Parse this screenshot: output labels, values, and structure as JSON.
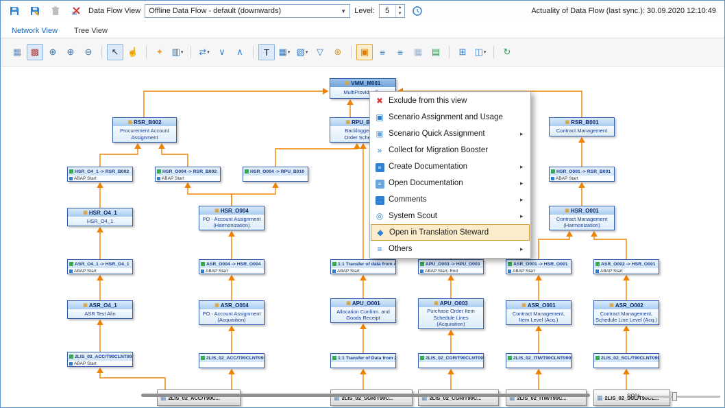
{
  "header": {
    "data_flow_view_label": "Data Flow View",
    "flow_dropdown_value": "Offline Data Flow - default (downwards)",
    "level_label": "Level:",
    "level_value": "5",
    "actuality_text": "Actuality of Data Flow (last sync.): 30.09.2020 12:10:49"
  },
  "tabs": [
    {
      "label": "Network View",
      "active": true
    },
    {
      "label": "Tree View",
      "active": false
    }
  ],
  "toolbar": {
    "buttons": [
      {
        "name": "grid-view-icon",
        "glyph": "▦",
        "color": "#6a8fbb"
      },
      {
        "name": "network-overview-icon",
        "glyph": "▩",
        "color": "#b0413e",
        "pressed": true
      },
      {
        "name": "zoom-in-small-icon",
        "glyph": "⊕",
        "color": "#3a6ea5"
      },
      {
        "name": "zoom-in-icon",
        "glyph": "⊕",
        "color": "#3a6ea5"
      },
      {
        "name": "zoom-out-icon",
        "glyph": "⊖",
        "color": "#3a6ea5",
        "sep_after": true
      },
      {
        "name": "pointer-icon",
        "glyph": "↖",
        "color": "#333333",
        "pressed": true
      },
      {
        "name": "pan-hand-icon",
        "glyph": "☝",
        "color": "#c89a5a",
        "sep_after": true
      },
      {
        "name": "magic-wand-icon",
        "glyph": "✦",
        "color": "#e8a33d"
      },
      {
        "name": "layout-options-icon",
        "glyph": "▥",
        "color": "#3a6ea5",
        "dropdown": true,
        "sep_after": true
      },
      {
        "name": "orientation-icon",
        "glyph": "⇄",
        "color": "#2e7fd0",
        "dropdown": true
      },
      {
        "name": "collapse-all-icon",
        "glyph": "∨",
        "color": "#2e7fd0"
      },
      {
        "name": "expand-all-icon",
        "glyph": "∧",
        "color": "#2e7fd0",
        "sep_after": true
      },
      {
        "name": "text-tool-icon",
        "glyph": "T",
        "color": "#111111",
        "pressed": true
      },
      {
        "name": "table-view-icon",
        "glyph": "▦",
        "color": "#2e7fd0",
        "dropdown": true
      },
      {
        "name": "table-edit-icon",
        "glyph": "▧",
        "color": "#2e7fd0",
        "dropdown": true
      },
      {
        "name": "filter-clear-icon",
        "glyph": "▽",
        "color": "#2e7fd0"
      },
      {
        "name": "key-icon",
        "glyph": "⊛",
        "color": "#c9972c",
        "sep_after": true
      },
      {
        "name": "highlight-toggle-icon",
        "glyph": "▣",
        "color": "#e07b00",
        "pressed": true,
        "pressed_orange": true
      },
      {
        "name": "server-sync-icon",
        "glyph": "≡",
        "color": "#2e7fd0"
      },
      {
        "name": "server-copy-icon",
        "glyph": "≡",
        "color": "#2e7fd0"
      },
      {
        "name": "grid-small-icon",
        "glyph": "▦",
        "color": "#9ab4d0"
      },
      {
        "name": "system-monitor-icon",
        "glyph": "▤",
        "color": "#2a9d4e",
        "sep_after": true
      },
      {
        "name": "hierarchy-icon",
        "glyph": "⊞",
        "color": "#2e7fd0"
      },
      {
        "name": "chart-options-icon",
        "glyph": "◫",
        "color": "#2e7fd0",
        "dropdown": true,
        "sep_after": true
      },
      {
        "name": "refresh-icon",
        "glyph": "↻",
        "color": "#2a9d4e"
      }
    ]
  },
  "canvas": {
    "nodes": [
      {
        "id": "vmm_m001",
        "type": "object",
        "title": "VMM_M001",
        "body": [
          "MultiProvider P..."
        ]
      },
      {
        "id": "rsr_b002",
        "type": "object",
        "title": "RSR_B002",
        "body": [
          "Procurement Account",
          "Assignment"
        ]
      },
      {
        "id": "rpu_b010",
        "type": "object",
        "title": "RPU_B010",
        "body": [
          "Backlogged P...",
          "Order Schedu..."
        ]
      },
      {
        "id": "rsr_b001",
        "type": "object",
        "title": "RSR_B001",
        "body": [
          "Contract Management"
        ]
      },
      {
        "id": "hsr_o4_1",
        "type": "object",
        "title": "HSR_O4_1",
        "body": [
          "HSR_O4_1"
        ]
      },
      {
        "id": "hsr_o004",
        "type": "object",
        "title": "HSR_O004",
        "body": [
          "PO - Account Assignment",
          "(Harmonization)"
        ]
      },
      {
        "id": "hsr_o001",
        "type": "object",
        "title": "HSR_O001",
        "body": [
          "Contract Management",
          "(Harmonization)"
        ]
      },
      {
        "id": "asr_o4_1",
        "type": "object",
        "title": "ASR_O4_1",
        "body": [
          "ASR Test Alin"
        ]
      },
      {
        "id": "asr_o004",
        "type": "object",
        "title": "ASR_O004",
        "body": [
          "PO - Account Assignment",
          "(Acquisition)"
        ]
      },
      {
        "id": "apu_o001",
        "type": "object",
        "title": "APU_O001",
        "body": [
          "Allocation Confirm. and",
          "Goods Receipt"
        ]
      },
      {
        "id": "apu_o003",
        "type": "object",
        "title": "APU_O003",
        "body": [
          "Purchase Order Item",
          "Schedule Lines",
          "(Acquisition)"
        ]
      },
      {
        "id": "asr_o001",
        "type": "object",
        "title": "ASR_O001",
        "body": [
          "Contract Management,",
          "Item Level (Acq.)"
        ]
      },
      {
        "id": "asr_o002",
        "type": "object",
        "title": "ASR_O002",
        "body": [
          "Contract Management,",
          "Schedule Line Level (Acq.)"
        ]
      },
      {
        "id": "t_hsr41_rsrb002",
        "type": "transform",
        "title": "HSR_O4_1 -> RSR_B002",
        "body": [
          "ABAP Start"
        ]
      },
      {
        "id": "t_hsr004_rsrb002",
        "type": "transform",
        "title": "HSR_O004 -> RSR_B002",
        "body": [
          "ABAP Start"
        ]
      },
      {
        "id": "t_hsr004_rpub010",
        "type": "transform",
        "title": "HSR_O004 -> RPU_B010",
        "body": []
      },
      {
        "id": "t_hsr001_rsrb001",
        "type": "transform",
        "title": "HSR_O001 -> RSR_B001",
        "body": [
          "ABAP Start"
        ]
      },
      {
        "id": "t_asr41_hsr41",
        "type": "transform",
        "title": "ASR_O4_1 -> HSR_O4_1",
        "body": [
          "ABAP Start"
        ]
      },
      {
        "id": "t_asr004_hsr004",
        "type": "transform",
        "title": "ASR_O004 -> HSR_O004",
        "body": [
          "ABAP Start"
        ]
      },
      {
        "id": "t_11_apu",
        "type": "transform",
        "title": "1:1 Transfer of data from APU...",
        "body": [
          "ABAP Start"
        ]
      },
      {
        "id": "t_apu003_hpu003",
        "type": "transform",
        "title": "APU_O003 -> HPU_O003",
        "body": [
          "ABAP Start, End"
        ]
      },
      {
        "id": "t_asr001_hsr001",
        "type": "transform",
        "title": "ASR_O001 -> HSR_O001",
        "body": [
          "ABAP Start"
        ]
      },
      {
        "id": "t_asr002_hsr001",
        "type": "transform",
        "title": "ASR_O002 -> HSR_O001",
        "body": [
          "ABAP Start"
        ]
      },
      {
        "id": "t_acc_1",
        "type": "transform",
        "title": "2LIS_02_ACC/T90CLNT090 ->...",
        "body": [
          "ABAP Start"
        ]
      },
      {
        "id": "t_acc_2",
        "type": "transform",
        "title": "2LIS_02_ACC/T90CLNT090 ->...",
        "body": []
      },
      {
        "id": "t_11_2lis",
        "type": "transform",
        "title": "1:1 Transfer of Data from 2LIS...",
        "body": []
      },
      {
        "id": "t_cgr",
        "type": "transform",
        "title": "2LIS_02_CGR/T90CLNT090 ->...",
        "body": []
      },
      {
        "id": "t_itm",
        "type": "transform",
        "title": "2LIS_02_ITM/T90CLNT090 ->...",
        "body": []
      },
      {
        "id": "t_scl",
        "type": "transform",
        "title": "2LIS_02_SCL/T90CLNT090 ->...",
        "body": []
      },
      {
        "id": "ds_acc",
        "type": "datasource",
        "title": "2LIS_02_ACC/T90C..."
      },
      {
        "id": "ds_sgr",
        "type": "datasource",
        "title": "2LIS_02_SGR/T90C..."
      },
      {
        "id": "ds_cgr",
        "type": "datasource",
        "title": "2LIS_02_CGR/T90C..."
      },
      {
        "id": "ds_itm",
        "type": "datasource",
        "title": "2LIS_02_ITM/T90C..."
      },
      {
        "id": "ds_scl",
        "type": "datasource",
        "title": "2LIS_02_SCL/T90CL..."
      }
    ],
    "edges": [
      {
        "from": "ds_acc",
        "to": "t_acc_1"
      },
      {
        "from": "ds_acc",
        "to": "t_acc_2"
      },
      {
        "from": "t_acc_1",
        "to": "asr_o4_1"
      },
      {
        "from": "t_acc_2",
        "to": "asr_o004"
      },
      {
        "from": "asr_o4_1",
        "to": "t_asr41_hsr41"
      },
      {
        "from": "asr_o004",
        "to": "t_asr004_hsr004"
      },
      {
        "from": "t_asr41_hsr41",
        "to": "hsr_o4_1"
      },
      {
        "from": "t_asr004_hsr004",
        "to": "hsr_o004"
      },
      {
        "from": "hsr_o4_1",
        "to": "t_hsr41_rsrb002"
      },
      {
        "from": "hsr_o004",
        "to": "t_hsr004_rsrb002"
      },
      {
        "from": "hsr_o004",
        "to": "t_hsr004_rpub010"
      },
      {
        "from": "t_hsr41_rsrb002",
        "to": "rsr_b002"
      },
      {
        "from": "t_hsr004_rsrb002",
        "to": "rsr_b002"
      },
      {
        "from": "t_hsr004_rpub010",
        "to": "rpu_b010"
      },
      {
        "from": "rsr_b002",
        "to": "vmm_m001"
      },
      {
        "from": "rsr_b001",
        "to": "vmm_m001"
      },
      {
        "from": "rpu_b010",
        "to": "vmm_m001"
      },
      {
        "from": "ds_sgr",
        "to": "t_11_2lis"
      },
      {
        "from": "t_11_2lis",
        "to": "apu_o001"
      },
      {
        "from": "apu_o001",
        "to": "t_11_apu"
      },
      {
        "from": "t_11_apu",
        "to": "rpu_b010"
      },
      {
        "from": "ds_cgr",
        "to": "t_cgr"
      },
      {
        "from": "t_cgr",
        "to": "apu_o003"
      },
      {
        "from": "apu_o003",
        "to": "t_apu003_hpu003"
      },
      {
        "from": "t_apu003_hpu003",
        "to": "rpu_b010"
      },
      {
        "from": "ds_itm",
        "to": "t_itm"
      },
      {
        "from": "t_itm",
        "to": "asr_o001"
      },
      {
        "from": "asr_o001",
        "to": "t_asr001_hsr001"
      },
      {
        "from": "t_asr001_hsr001",
        "to": "hsr_o001"
      },
      {
        "from": "ds_scl",
        "to": "t_scl"
      },
      {
        "from": "t_scl",
        "to": "asr_o002"
      },
      {
        "from": "asr_o002",
        "to": "t_asr002_hsr001"
      },
      {
        "from": "t_asr002_hsr001",
        "to": "hsr_o001"
      },
      {
        "from": "hsr_o001",
        "to": "t_hsr001_rsrb001"
      },
      {
        "from": "t_hsr001_rsrb001",
        "to": "rsr_b001"
      }
    ],
    "edge_color": "#f08200"
  },
  "context_menu": {
    "items": [
      {
        "label": "Exclude from this view",
        "icon": "exclude-view-icon",
        "glyph": "✖",
        "color": "#d83a3a"
      },
      {
        "label": "Scenario Assignment and Usage",
        "icon": "scenario-usage-icon",
        "glyph": "▣",
        "color": "#2e7fd0"
      },
      {
        "label": "Scenario Quick Assignment",
        "icon": "scenario-quick-icon",
        "glyph": "▣",
        "color": "#6aa5dd",
        "submenu": true
      },
      {
        "label": "Collect for Migration Booster",
        "icon": "migration-booster-icon",
        "glyph": "»",
        "color": "#2e7fd0"
      },
      {
        "label": "Create Documentation",
        "icon": "create-documentation-icon",
        "glyph": "≡",
        "bg": "#2e7fd0",
        "submenu": true
      },
      {
        "label": "Open Documentation",
        "icon": "open-documentation-icon",
        "glyph": "≡",
        "bg": "#6aa5dd",
        "submenu": true
      },
      {
        "label": "Comments",
        "icon": "comments-icon",
        "glyph": "…",
        "bg": "#2e7fd0",
        "submenu": true
      },
      {
        "label": "System Scout",
        "icon": "system-scout-icon",
        "glyph": "◎",
        "color": "#2e7fd0",
        "submenu": true
      },
      {
        "label": "Open in Translation Steward",
        "icon": "translation-steward-icon",
        "glyph": "◆",
        "color": "#2e7fd0",
        "highlighted": true
      },
      {
        "label": "Others",
        "icon": "others-icon",
        "glyph": "≡",
        "color": "#2e7fd0",
        "submenu": true
      }
    ]
  },
  "zoom": {
    "label": "80%"
  }
}
